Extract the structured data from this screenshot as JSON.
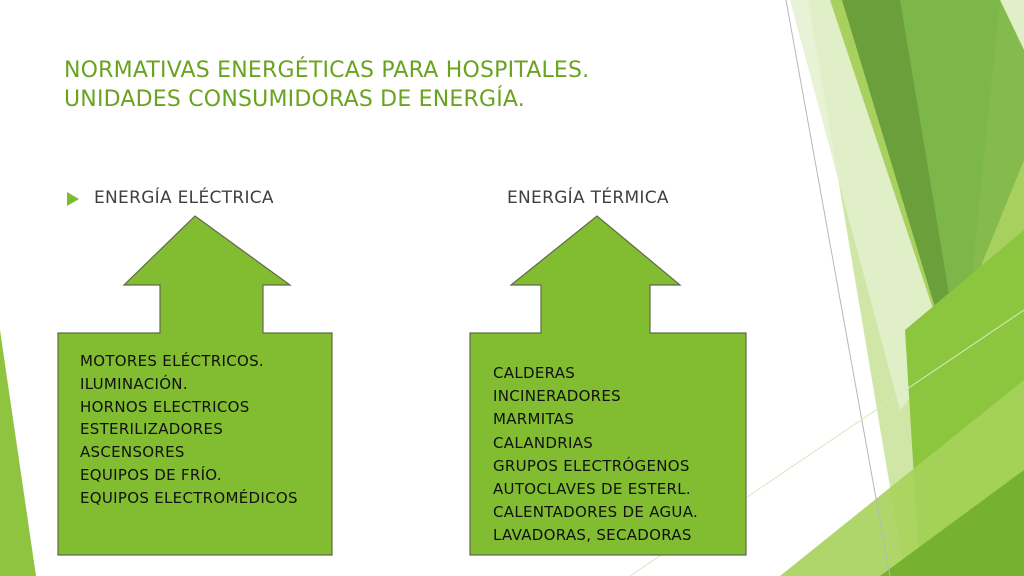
{
  "title": {
    "line1": "NORMATIVAS ENERGÉTICAS PARA HOSPITALES.",
    "line2": "UNIDADES CONSUMIDORAS DE ENERGÍA."
  },
  "columns": [
    {
      "heading": "ENERGÍA ELÉCTRICA",
      "items": [
        "MOTORES ELÉCTRICOS.",
        "ILUMINACIÓN.",
        "HORNOS ELECTRICOS",
        "ESTERILIZADORES",
        "ASCENSORES",
        "EQUIPOS DE FRÍO.",
        "EQUIPOS ELECTROMÉDICOS"
      ]
    },
    {
      "heading": "ENERGÍA TÉRMICA",
      "items": [
        "CALDERAS",
        "INCINERADORES",
        "MARMITAS",
        "CALANDRIAS",
        "GRUPOS ELECTRÓGENOS",
        "AUTOCLAVES DE ESTERL.",
        "CALENTADORES DE AGUA.",
        "LAVADORAS, SECADORAS"
      ]
    }
  ],
  "colors": {
    "accent": "#7dba2c",
    "title": "#6aa31f",
    "shape_fill": "#82bc31",
    "shape_stroke": "#5f6a4a"
  }
}
